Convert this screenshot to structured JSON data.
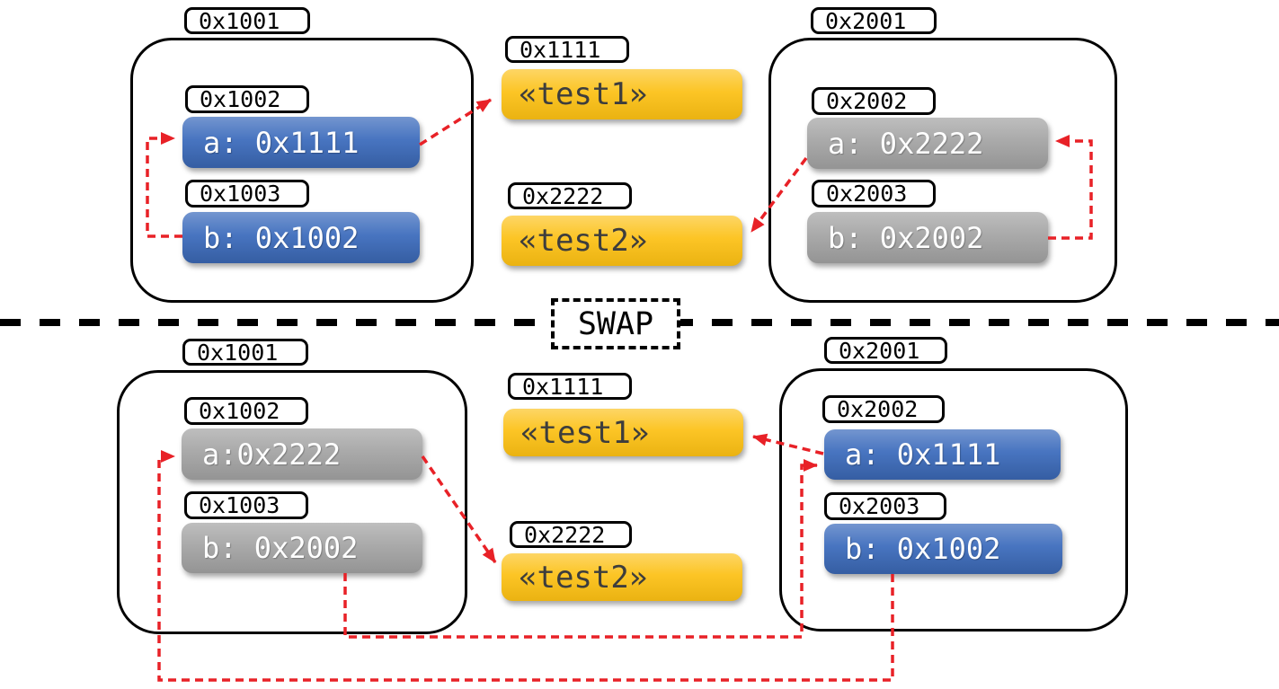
{
  "colors": {
    "blue": "#3e6dbd",
    "gray": "#a5a5a5",
    "yellow": "#fcc013",
    "arrow": "#e82127",
    "outline": "#000000"
  },
  "divider": {
    "label": "SWAP"
  },
  "top": {
    "left_frame": {
      "address": "0x1001",
      "slot_a": {
        "address": "0x1002",
        "value": "a: 0x1111"
      },
      "slot_b": {
        "address": "0x1003",
        "value": "b: 0x1002"
      }
    },
    "heap": {
      "str1": {
        "address": "0x1111",
        "value": "«test1»"
      },
      "str2": {
        "address": "0x2222",
        "value": "«test2»"
      }
    },
    "right_frame": {
      "address": "0x2001",
      "slot_a": {
        "address": "0x2002",
        "value": "a: 0x2222"
      },
      "slot_b": {
        "address": "0x2003",
        "value": "b: 0x2002"
      }
    }
  },
  "bottom": {
    "left_frame": {
      "address": "0x1001",
      "slot_a": {
        "address": "0x1002",
        "value": "a:0x2222"
      },
      "slot_b": {
        "address": "0x1003",
        "value": "b: 0x2002"
      }
    },
    "heap": {
      "str1": {
        "address": "0x1111",
        "value": "«test1»"
      },
      "str2": {
        "address": "0x2222",
        "value": "«test2»"
      }
    },
    "right_frame": {
      "address": "0x2001",
      "slot_a": {
        "address": "0x2002",
        "value": "a: 0x1111"
      },
      "slot_b": {
        "address": "0x2003",
        "value": "b: 0x1002"
      }
    }
  }
}
